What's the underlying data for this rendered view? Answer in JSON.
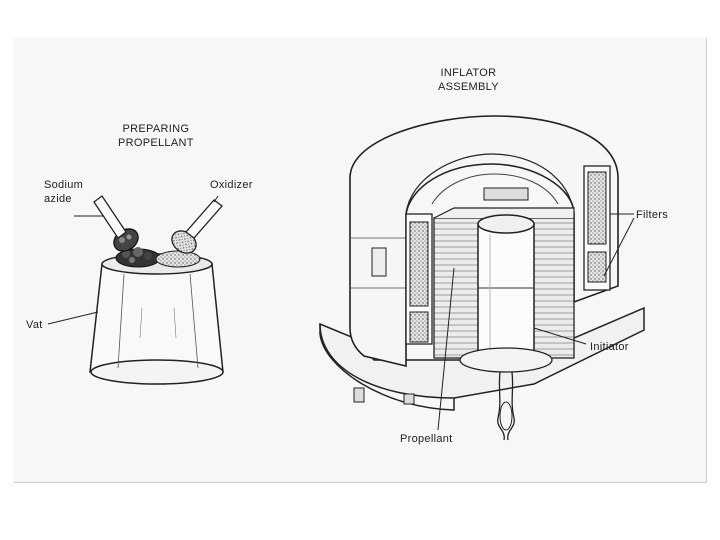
{
  "left_panel": {
    "title": "PREPARING\nPROPELLANT",
    "labels": {
      "sodium_azide": "Sodium\nazide",
      "oxidizer": "Oxidizer",
      "vat": "Vat"
    }
  },
  "right_panel": {
    "title": "INFLATOR\nASSEMBLY",
    "labels": {
      "filters": "Filters",
      "initiator": "Initiator",
      "propellant": "Propellant"
    }
  }
}
